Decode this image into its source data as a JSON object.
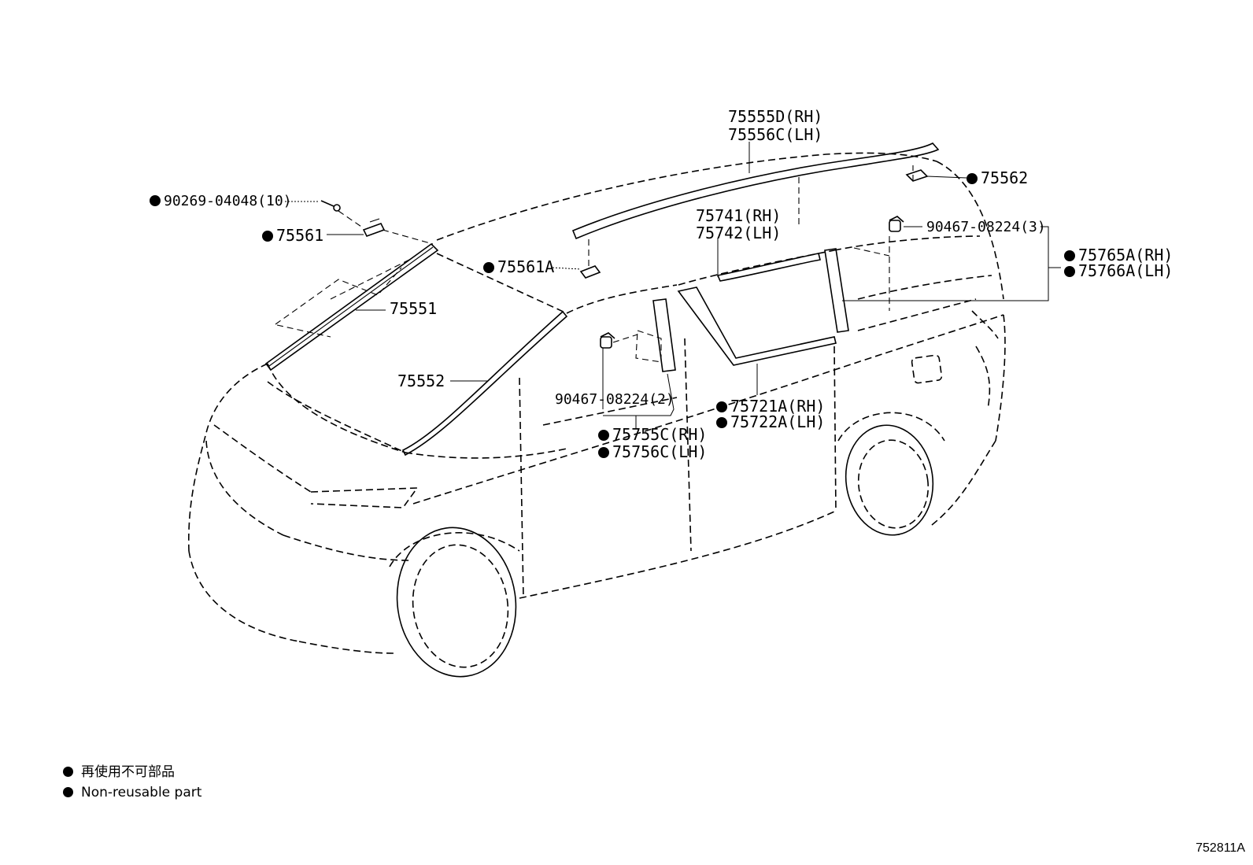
{
  "labels": {
    "p75555d": "75555D(RH)",
    "p75556c": "75556C(LH)",
    "p75562": "75562",
    "p90269": "90269-04048(10)",
    "p75561": "75561",
    "p75741": "75741(RH)",
    "p75742": "75742(LH)",
    "p90467_3": "90467-08224(3)",
    "p75765a": "75765A(RH)",
    "p75766a": "75766A(LH)",
    "p75561a": "75561A",
    "p75551": "75551",
    "p75552": "75552",
    "p90467_2": "90467-08224(2)",
    "p75721a": "75721A(RH)",
    "p75722a": "75722A(LH)",
    "p75755c": "75755C(RH)",
    "p75756c": "75756C(LH)"
  },
  "legend": {
    "line_jp": "再使用不可部品",
    "line_en": "Non-reusable part"
  },
  "diagram_code": "752811A",
  "icons": {
    "non_reusable_marker": "filled-circle-bullet"
  }
}
